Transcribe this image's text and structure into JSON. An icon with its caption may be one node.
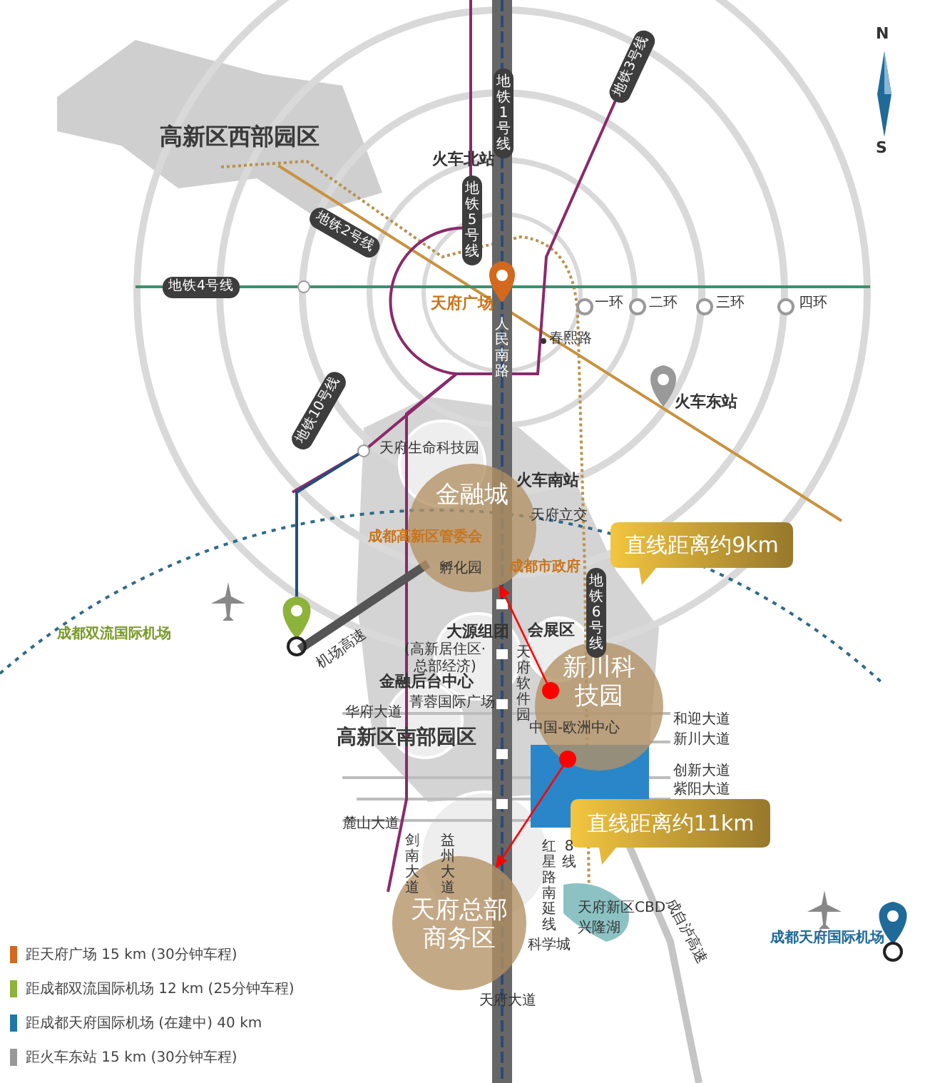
{
  "diagram": {
    "nodes": [
      {
        "text": [
          "金融城"
        ]
      },
      {
        "text": [
          "新川科技园"
        ]
      },
      {
        "text": [],
        "shape": "circle",
        "in": 1
      },
      {
        "text": [],
        "shape": "circle",
        "in": 1
      },
      {
        "text": [
          "天府总部商务区"
        ]
      },
      {
        "text": [
          "直线距离约9km"
        ]
      },
      {
        "text": [
          "直线距离约11km"
        ]
      }
    ],
    "edges": [
      {
        "from": 2,
        "to": 0,
        "arrow": "to"
      },
      {
        "from": 3,
        "to": 4,
        "arrow": "to"
      }
    ],
    "labels": [
      "N",
      "高新区西部园区",
      "地铁1号线",
      "地铁3号线",
      "火车北站",
      "地铁2号线",
      "地铁5号线",
      "地铁4号线",
      "天府广场",
      "一环",
      "二环",
      "三环",
      "四环",
      "人民南路",
      "春熙路",
      "火车东站",
      "S",
      "地铁10号线",
      "天府生命科技园",
      "火车南站",
      "天府立交",
      "成都高新区管委会",
      "孵化园",
      "成都市政府",
      "地铁6号线",
      "成都双流国际机场",
      "机场高速",
      "大源组团",
      "(高新居住区·总部经济)",
      "会展区",
      "天府软件园",
      "金融后台中心",
      "菁蓉国际广场",
      "中国-欧洲中心",
      "华府大道",
      "高新区南部园区",
      "和迎大道",
      "新川大道",
      "创新大道",
      "紫阳大道",
      "麓山大道",
      "剑南大道",
      "益州大道",
      "红星路南延线",
      "8线",
      "天府新区CBD",
      "兴隆湖",
      "科学城",
      "天府大道",
      "成自泸高速",
      "成都天府国际机场"
    ],
    "legend": [
      {
        "text": "距天府广场 15 km (30分钟车程)",
        "color": "#d2691e"
      },
      {
        "text": "距成都双流国际机场 12 km (25分钟车程)",
        "color": "#8db33a"
      },
      {
        "text": "距成都天府国际机场 (在建中) 40 km",
        "color": "#1f77a8"
      },
      {
        "text": "距火车东站 15 km (30分钟车程)",
        "color": "#999999"
      }
    ]
  }
}
